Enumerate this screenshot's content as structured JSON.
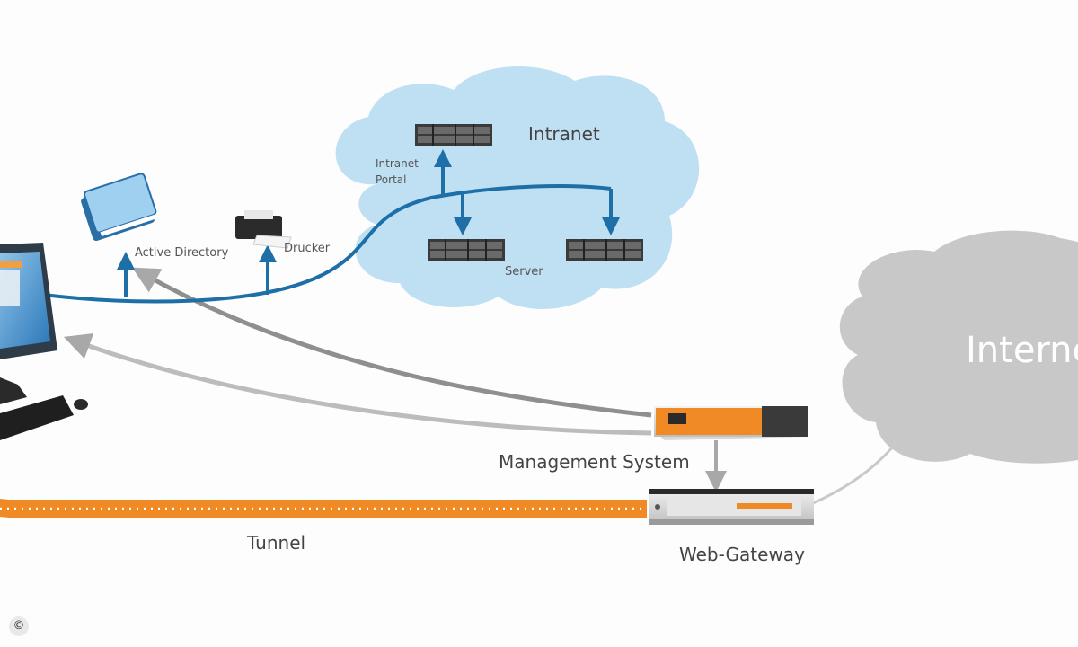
{
  "labels": {
    "intranet": "Intranet",
    "intranet_portal_line1": "Intranet",
    "intranet_portal_line2": "Portal",
    "server": "Server",
    "active_directory": "Active Directory",
    "drucker": "Drucker",
    "internet": "Internet",
    "management_system": "Management System",
    "web_gateway": "Web-Gateway",
    "tunnel": "Tunnel",
    "copyright": "©"
  },
  "colors": {
    "intranet_cloud": "#bfe0f3",
    "internet_cloud": "#c8c8c8",
    "network_line": "#1e6fa8",
    "tunnel": "#f08a24",
    "gray_arrow": "#a8a8a8",
    "appliance_accent": "#f08a24"
  },
  "icons": {
    "book": "active-directory-book-icon",
    "printer": "printer-icon",
    "server": "server-rack-icon",
    "computer": "desktop-computer-icon"
  }
}
